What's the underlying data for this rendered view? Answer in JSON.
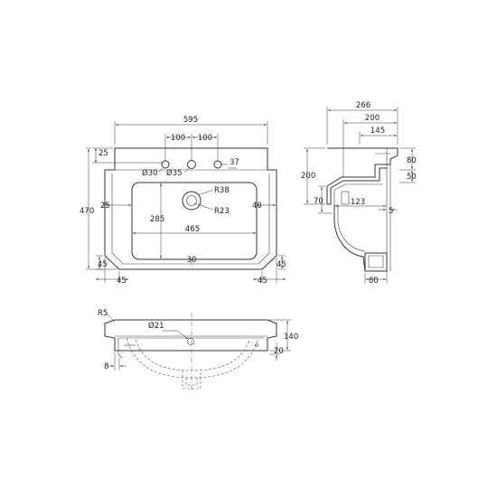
{
  "drawing": {
    "colors": {
      "line": "#333333",
      "background": "#ffffff",
      "text": "#222222"
    },
    "top_view": {
      "width": "595",
      "tap_spacing_left": "100",
      "tap_spacing_right": "100",
      "offset_top": "25",
      "hole_left": "Ø30",
      "hole_center": "Ø35",
      "hole_right_gap": "37",
      "overall_depth": "470",
      "bowl_left_margin": "25",
      "bowl_right_margin": "40",
      "waste_r_outer": "R38",
      "waste_r_inner": "R23",
      "bowl_depth": "285",
      "bowl_width": "465",
      "front_lip": "30",
      "chamfer_left_v": "45",
      "chamfer_right_v": "45",
      "chamfer_left_h": "45",
      "chamfer_right_h": "45"
    },
    "side_view": {
      "depth": "266",
      "inner_depth": "200",
      "top_offset": "145",
      "height": "200",
      "lip_top": "80",
      "lip_height": "50",
      "back_height": "70",
      "inner_span": "123",
      "wall": "5",
      "base": "80"
    },
    "front_view": {
      "corner_radius": "R5",
      "overflow": "Ø21",
      "height": "140",
      "lip": "20",
      "wall": "8"
    }
  }
}
